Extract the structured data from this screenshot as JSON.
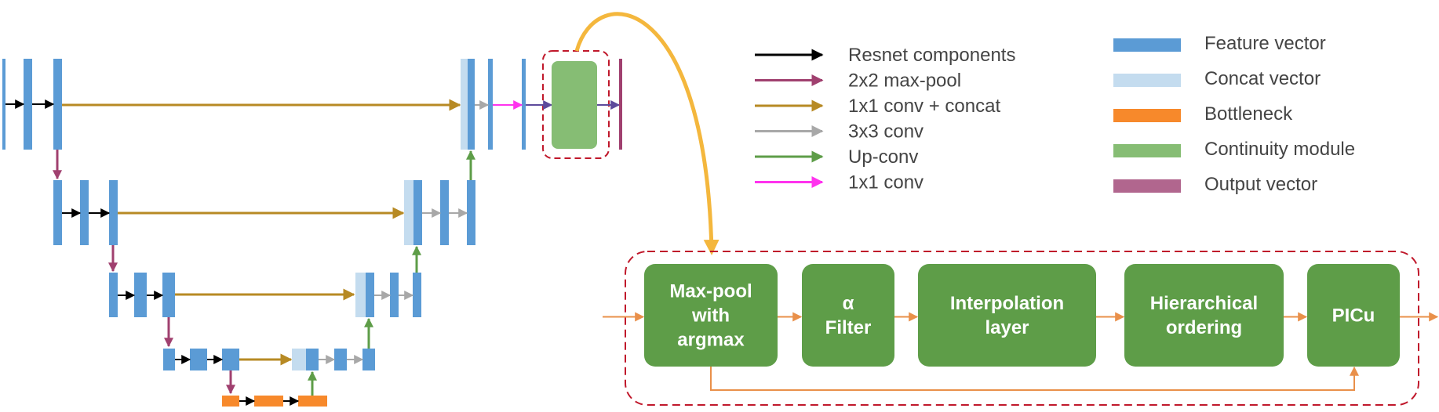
{
  "colors": {
    "feature": "#5b9bd5",
    "concat": "#c4dcef",
    "bottleneck": "#f7892b",
    "continuity": "#86bd74",
    "output": "#b1668e",
    "resnet_arrow": "#000000",
    "maxpool_arrow": "#a0406f",
    "conv1x1_concat_arrow": "#b78a24",
    "conv3x3_arrow": "#a8a8a8",
    "upconv_arrow": "#5e9d48",
    "conv1x1_arrow": "#ff33ee",
    "module_block": "#5e9d48",
    "dashed_border": "#c0182b",
    "flow_arrow": "#e9904a",
    "big_arrow": "#f4b73d"
  },
  "legend_arrows": [
    {
      "label": "Resnet components",
      "color_key": "resnet_arrow"
    },
    {
      "label": "2x2 max-pool",
      "color_key": "maxpool_arrow"
    },
    {
      "label": "1x1 conv + concat",
      "color_key": "conv1x1_concat_arrow"
    },
    {
      "label": "3x3 conv",
      "color_key": "conv3x3_arrow"
    },
    {
      "label": "Up-conv",
      "color_key": "upconv_arrow"
    },
    {
      "label": "1x1 conv",
      "color_key": "conv1x1_arrow"
    }
  ],
  "legend_swatches": [
    {
      "label": "Feature vector",
      "color_key": "feature"
    },
    {
      "label": "Concat vector",
      "color_key": "concat"
    },
    {
      "label": "Bottleneck",
      "color_key": "bottleneck"
    },
    {
      "label": "Continuity module",
      "color_key": "continuity"
    },
    {
      "label": "Output vector",
      "color_key": "output"
    }
  ],
  "module_blocks": [
    {
      "name": "maxpool-argmax",
      "lines": [
        "Max-pool",
        "with",
        "argmax"
      ]
    },
    {
      "name": "alpha-filter",
      "lines": [
        "α",
        "Filter"
      ]
    },
    {
      "name": "interpolation-layer",
      "lines": [
        "Interpolation",
        "layer"
      ]
    },
    {
      "name": "hierarchical-ordering",
      "lines": [
        "Hierarchical",
        "ordering"
      ]
    },
    {
      "name": "picu",
      "lines": [
        "PICu"
      ]
    }
  ]
}
